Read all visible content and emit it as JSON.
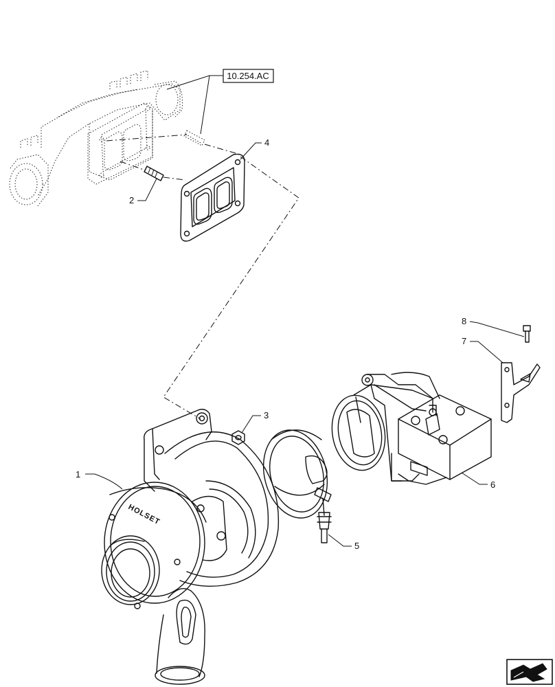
{
  "diagram": {
    "reference_label": "10.254.AC",
    "callouts": [
      {
        "id": "1",
        "label": "1"
      },
      {
        "id": "2",
        "label": "2"
      },
      {
        "id": "3",
        "label": "3"
      },
      {
        "id": "4",
        "label": "4"
      },
      {
        "id": "5",
        "label": "5"
      },
      {
        "id": "6",
        "label": "6"
      },
      {
        "id": "7",
        "label": "7"
      },
      {
        "id": "8",
        "label": "8"
      }
    ],
    "brand_marking": "HOLSET",
    "navigation_icon": "next-page-arrow-icon"
  }
}
